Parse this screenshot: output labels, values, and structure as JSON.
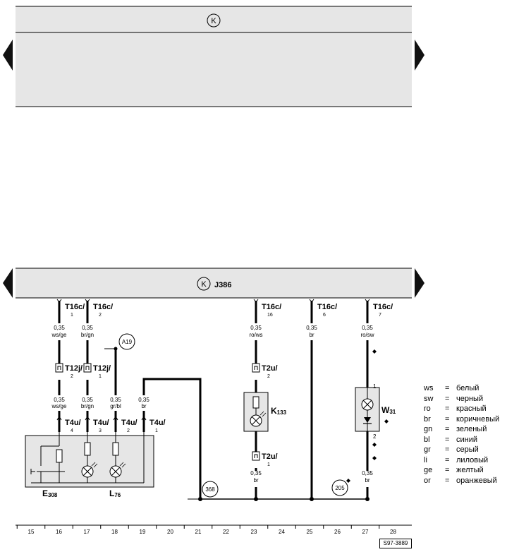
{
  "unit1": {
    "symbol": "K",
    "name": ""
  },
  "unit2": {
    "symbol": "K",
    "name": "J386"
  },
  "wires": {
    "w16": {
      "conn": "T16c/",
      "pin": "1",
      "gauge": "0,35",
      "color": "ws/ge"
    },
    "w17": {
      "conn": "T16c/",
      "pin": "2",
      "gauge": "0,35",
      "color": "br/gn"
    },
    "w23": {
      "conn": "T16c/",
      "pin": "16",
      "gauge": "0,35",
      "color": "ro/ws"
    },
    "w25": {
      "conn": "T16c/",
      "pin": "6",
      "gauge": "0,35",
      "color": "br"
    },
    "w27": {
      "conn": "T16c/",
      "pin": "7",
      "gauge": "0,35",
      "color": "ro/sw"
    }
  },
  "t12": {
    "conn": "T12j/",
    "pins": [
      "2",
      "1"
    ]
  },
  "mid_wires": [
    {
      "gauge": "0,35",
      "color": "ws/ge"
    },
    {
      "gauge": "0,35",
      "color": "br/gn"
    },
    {
      "gauge": "0,35",
      "color": "gr/bl"
    },
    {
      "gauge": "0,35",
      "color": "br"
    }
  ],
  "t4": {
    "conn": "T4u/",
    "pins": [
      "4",
      "3",
      "2",
      "1"
    ]
  },
  "t2": {
    "conn": "T2u/",
    "top_pin": "2",
    "bottom_pin": "1"
  },
  "lower_wires": [
    {
      "gauge": "0,35",
      "color": "br"
    },
    {
      "gauge": "0,35",
      "color": "br"
    }
  ],
  "refs": {
    "a19": "A19",
    "r368": "368",
    "r205": "205"
  },
  "components": {
    "e308": {
      "main": "E",
      "sub": "308"
    },
    "l76": {
      "main": "L",
      "sub": "76"
    },
    "k133": {
      "main": "K",
      "sub": "133"
    },
    "w31": {
      "main": "W",
      "sub": "31"
    }
  },
  "w31_pins": [
    "1",
    "2"
  ],
  "grid_numbers": [
    "15",
    "16",
    "17",
    "18",
    "19",
    "20",
    "21",
    "22",
    "23",
    "24",
    "25",
    "26",
    "27",
    "28"
  ],
  "legend": [
    {
      "code": "ws",
      "eq": "=",
      "name": "белый"
    },
    {
      "code": "sw",
      "eq": "=",
      "name": "черный"
    },
    {
      "code": "ro",
      "eq": "=",
      "name": "красный"
    },
    {
      "code": "br",
      "eq": "=",
      "name": "коричневый"
    },
    {
      "code": "gn",
      "eq": "=",
      "name": "зеленый"
    },
    {
      "code": "bl",
      "eq": "=",
      "name": "синий"
    },
    {
      "code": "gr",
      "eq": "=",
      "name": "серый"
    },
    {
      "code": "li",
      "eq": "=",
      "name": "лиловый"
    },
    {
      "code": "ge",
      "eq": "=",
      "name": "желтый"
    },
    {
      "code": "or",
      "eq": "=",
      "name": "оранжевый"
    }
  ],
  "figure_code": "S97-3889",
  "colors": {
    "unit_fill": "#e6e6e6",
    "line": "#000000"
  }
}
